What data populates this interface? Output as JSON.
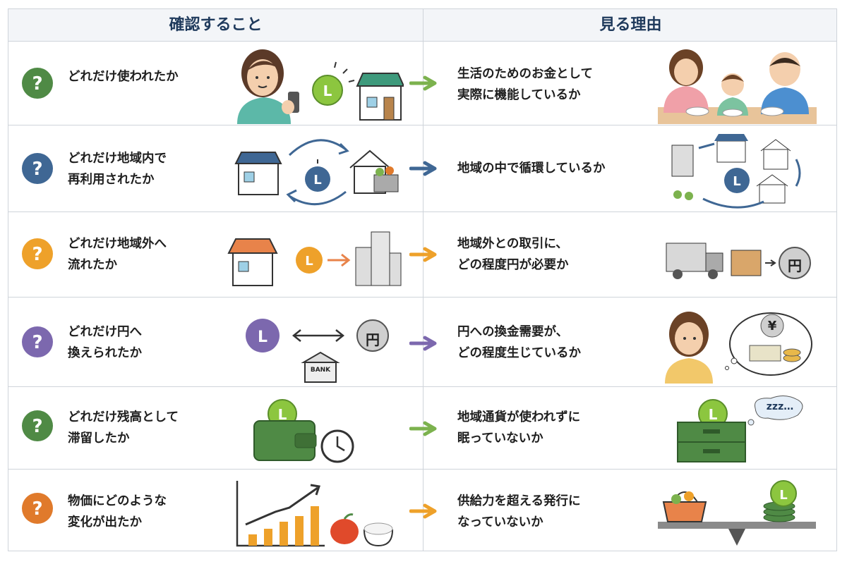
{
  "header": {
    "check": "確認すること",
    "reason": "見る理由"
  },
  "icons": {
    "question": "question-mark-icon",
    "coin": "L",
    "yen": "円",
    "bank": "BANK",
    "zzz": "zzz…",
    "yen_symbol": "¥"
  },
  "colors": {
    "green": "#4f8a45",
    "blue": "#3f6794",
    "orange": "#eea12a",
    "purple": "#7c68ae",
    "deep_orange": "#e07a2b"
  },
  "rows": [
    {
      "check": "どれだけ使われたか",
      "reason": "生活のためのお金として\n実際に機能しているか"
    },
    {
      "check": "どれだけ地域内で\n再利用されたか",
      "reason": "地域の中で循環しているか"
    },
    {
      "check": "どれだけ地域外へ\n流れたか",
      "reason": "地域外との取引に、\nどの程度円が必要か"
    },
    {
      "check": "どれだけ円へ\n換えられたか",
      "reason": "円への換金需要が、\nどの程度生じているか"
    },
    {
      "check": "どれだけ残高として\n滞留したか",
      "reason": "地域通貨が使われずに\n眠っていないか"
    },
    {
      "check": "物価にどのような\n変化が出たか",
      "reason": "供給力を超える発行に\nなっていないか"
    }
  ]
}
